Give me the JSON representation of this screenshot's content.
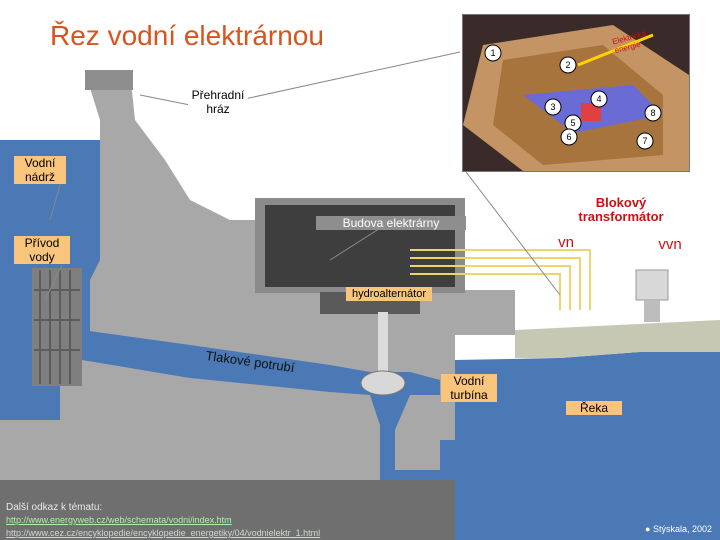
{
  "title": "Řez vodní elektrárnou",
  "labels": {
    "dam_wall": "Přehradní\nhráz",
    "reservoir": "Vodní\nnádrž",
    "intake": "Přívod\nvody",
    "powerhouse": "Budova elektrárny",
    "transformer": "Blokový\ntransformátor",
    "vn": "vn",
    "vvn": "vvn",
    "generator": "hydroalternátor",
    "penstock": "Tlakové potrubí",
    "turbine": "Vodní\nturbína",
    "river": "Řeka"
  },
  "inset": {
    "energy_label": "Elektrická\nenergie",
    "numbers": [
      "1",
      "2",
      "3",
      "4",
      "5",
      "6",
      "7",
      "8"
    ]
  },
  "footer": {
    "related": "Další odkaz k tématu:",
    "link1": "http://www.energyweb.cz/web/schemata/vodni/index.htm",
    "link2": "http://www.cez.cz/encyklopedie/encyklopedie_energetiky/04/vodnielektr_1.html",
    "copyright": "Stýskala, 2002"
  },
  "colors": {
    "title": "#d9531e",
    "water": "#4a79b5",
    "concrete": "#a8a8a8",
    "concrete_dark": "#7f7f7f",
    "label_bg": "#f9c47c",
    "highlight": "#cc1111"
  }
}
